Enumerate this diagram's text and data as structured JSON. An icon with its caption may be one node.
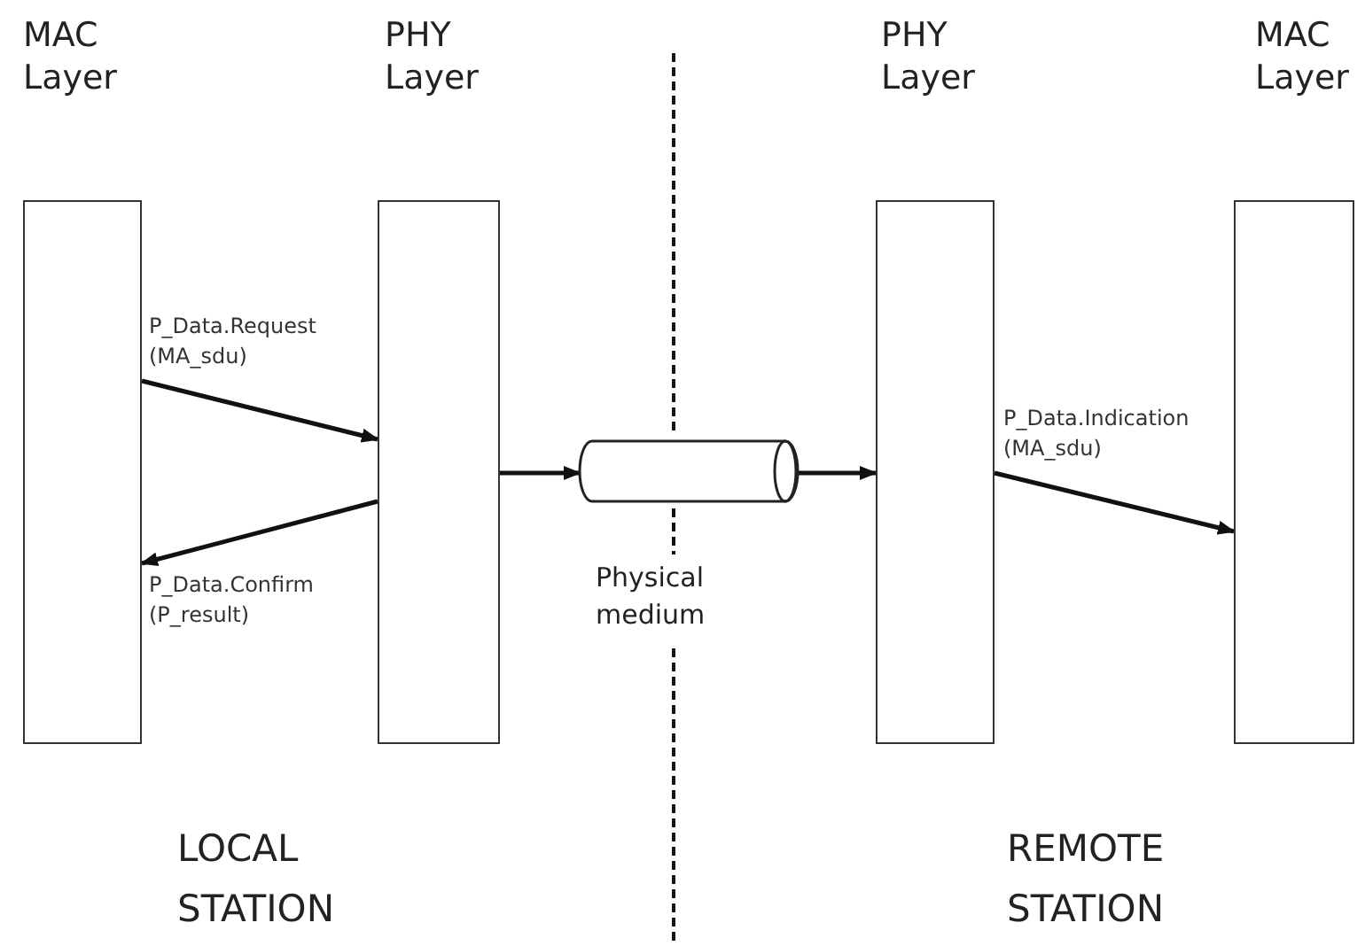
{
  "diagram": {
    "nodes": [
      {
        "text": [
          "MAC Layer"
        ]
      },
      {
        "text": [
          "PHY Layer"
        ]
      },
      {
        "text": [],
        "shape": "cylinder",
        "beside": [
          "Physical medium"
        ]
      },
      {
        "text": [
          "PHY Layer"
        ]
      },
      {
        "text": [
          "MAC Layer"
        ]
      }
    ],
    "edges": [
      {
        "from": 0,
        "to": 1,
        "arrow": "to",
        "label": "P_Data.Request (MA_sdu)"
      },
      {
        "from": 1,
        "to": 0,
        "arrow": "to",
        "label": "P_Data.Confirm (P_result)"
      },
      {
        "from": 1,
        "to": 2,
        "arrow": "to"
      },
      {
        "from": 2,
        "to": 3,
        "arrow": "to"
      },
      {
        "from": 3,
        "to": 4,
        "arrow": "to",
        "label": "P_Data.Indication (MA_sdu)"
      }
    ],
    "labels": [
      "LOCAL STATION",
      "REMOTE STATION"
    ]
  }
}
